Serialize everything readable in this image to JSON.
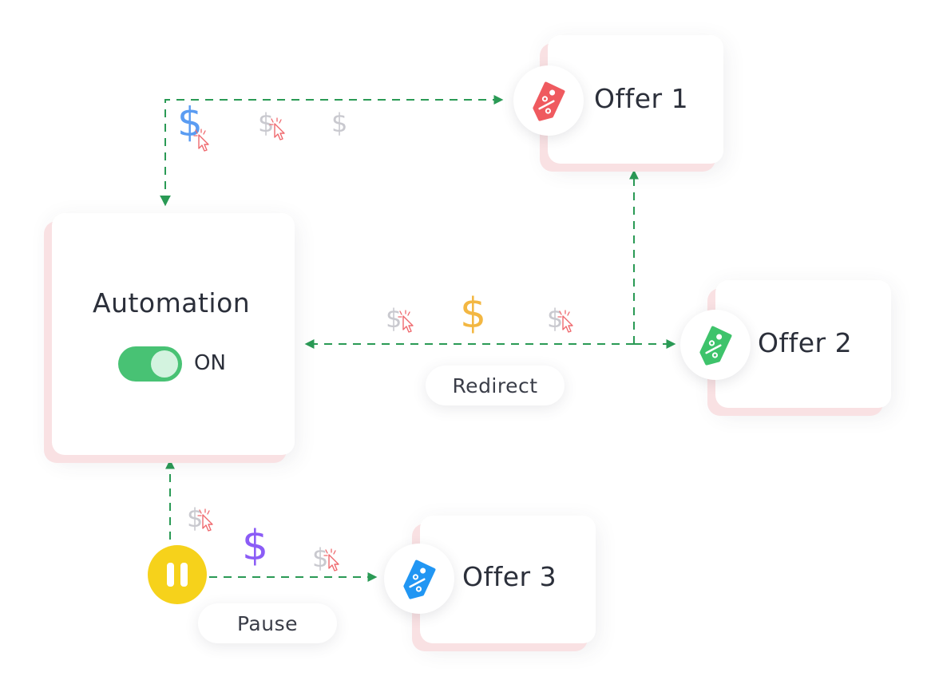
{
  "automation": {
    "title": "Automation",
    "toggle_state": "ON"
  },
  "offers": [
    {
      "label": "Offer 1",
      "tag_color": "#ef5a5f"
    },
    {
      "label": "Offer 2",
      "tag_color": "#3ec36b"
    },
    {
      "label": "Offer 3",
      "tag_color": "#2196f3"
    }
  ],
  "flow_labels": {
    "redirect": "Redirect",
    "pause": "Pause"
  },
  "icons": {
    "dollar_symbol": "$",
    "dollar_colors": {
      "blue": "#5a9cf2",
      "gold": "#f3b742",
      "purple": "#8b5cf6",
      "faded": "#c9c9cf"
    },
    "cursor_color": "#ef6a6f",
    "pause": "pause-icon",
    "tag": "price-tag-icon"
  },
  "colors": {
    "connector": "#2a9a55",
    "toggle_on": "#48c274",
    "pause_button": "#f6d21b",
    "card_shadow": "#f9e1e3"
  }
}
